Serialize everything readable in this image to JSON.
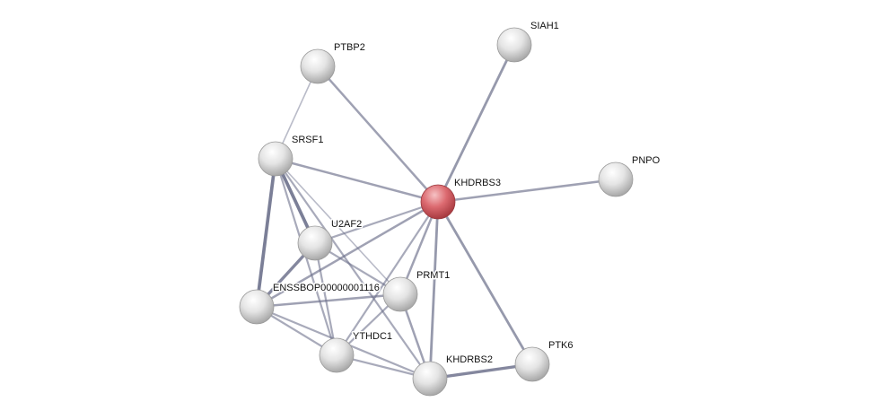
{
  "network": {
    "nodes": [
      {
        "id": "PTBP2",
        "label": "PTBP2",
        "query": false
      },
      {
        "id": "SIAH1",
        "label": "SIAH1",
        "query": false
      },
      {
        "id": "SRSF1",
        "label": "SRSF1",
        "query": false
      },
      {
        "id": "KHDRBS3",
        "label": "KHDRBS3",
        "query": true
      },
      {
        "id": "PNPO",
        "label": "PNPO",
        "query": false
      },
      {
        "id": "U2AF2",
        "label": "U2AF2",
        "query": false
      },
      {
        "id": "ENSSBOP00000001116",
        "label": "ENSSBOP00000001116",
        "query": false
      },
      {
        "id": "PRMT1",
        "label": "PRMT1",
        "query": false
      },
      {
        "id": "YTHDC1",
        "label": "YTHDC1",
        "query": false
      },
      {
        "id": "KHDRBS2",
        "label": "KHDRBS2",
        "query": false
      },
      {
        "id": "PTK6",
        "label": "PTK6",
        "query": false
      }
    ],
    "edges": [
      [
        "KHDRBS3",
        "SIAH1",
        0.6
      ],
      [
        "KHDRBS3",
        "PTBP2",
        0.5
      ],
      [
        "KHDRBS3",
        "SRSF1",
        0.5
      ],
      [
        "KHDRBS3",
        "PNPO",
        0.5
      ],
      [
        "KHDRBS3",
        "U2AF2",
        0.4
      ],
      [
        "KHDRBS3",
        "ENSSBOP00000001116",
        0.5
      ],
      [
        "KHDRBS3",
        "PRMT1",
        0.5
      ],
      [
        "KHDRBS3",
        "YTHDC1",
        0.4
      ],
      [
        "KHDRBS3",
        "KHDRBS2",
        0.6
      ],
      [
        "KHDRBS3",
        "PTK6",
        0.6
      ],
      [
        "PTBP2",
        "SRSF1",
        0.2
      ],
      [
        "SRSF1",
        "U2AF2",
        0.9
      ],
      [
        "SRSF1",
        "ENSSBOP00000001116",
        0.9
      ],
      [
        "SRSF1",
        "YTHDC1",
        0.4
      ],
      [
        "SRSF1",
        "PRMT1",
        0.2
      ],
      [
        "SRSF1",
        "KHDRBS2",
        0.4
      ],
      [
        "U2AF2",
        "ENSSBOP00000001116",
        0.8
      ],
      [
        "U2AF2",
        "PRMT1",
        0.4
      ],
      [
        "U2AF2",
        "YTHDC1",
        0.4
      ],
      [
        "ENSSBOP00000001116",
        "PRMT1",
        0.5
      ],
      [
        "ENSSBOP00000001116",
        "YTHDC1",
        0.4
      ],
      [
        "ENSSBOP00000001116",
        "KHDRBS2",
        0.4
      ],
      [
        "PRMT1",
        "KHDRBS2",
        0.5
      ],
      [
        "YTHDC1",
        "KHDRBS2",
        0.4
      ],
      [
        "YTHDC1",
        "PRMT1",
        0.4
      ],
      [
        "KHDRBS2",
        "PTK6",
        0.8
      ]
    ],
    "colors": {
      "query_node": "#d9585e",
      "node": "#dcdcdc",
      "edge": "#6b6f8a"
    }
  }
}
